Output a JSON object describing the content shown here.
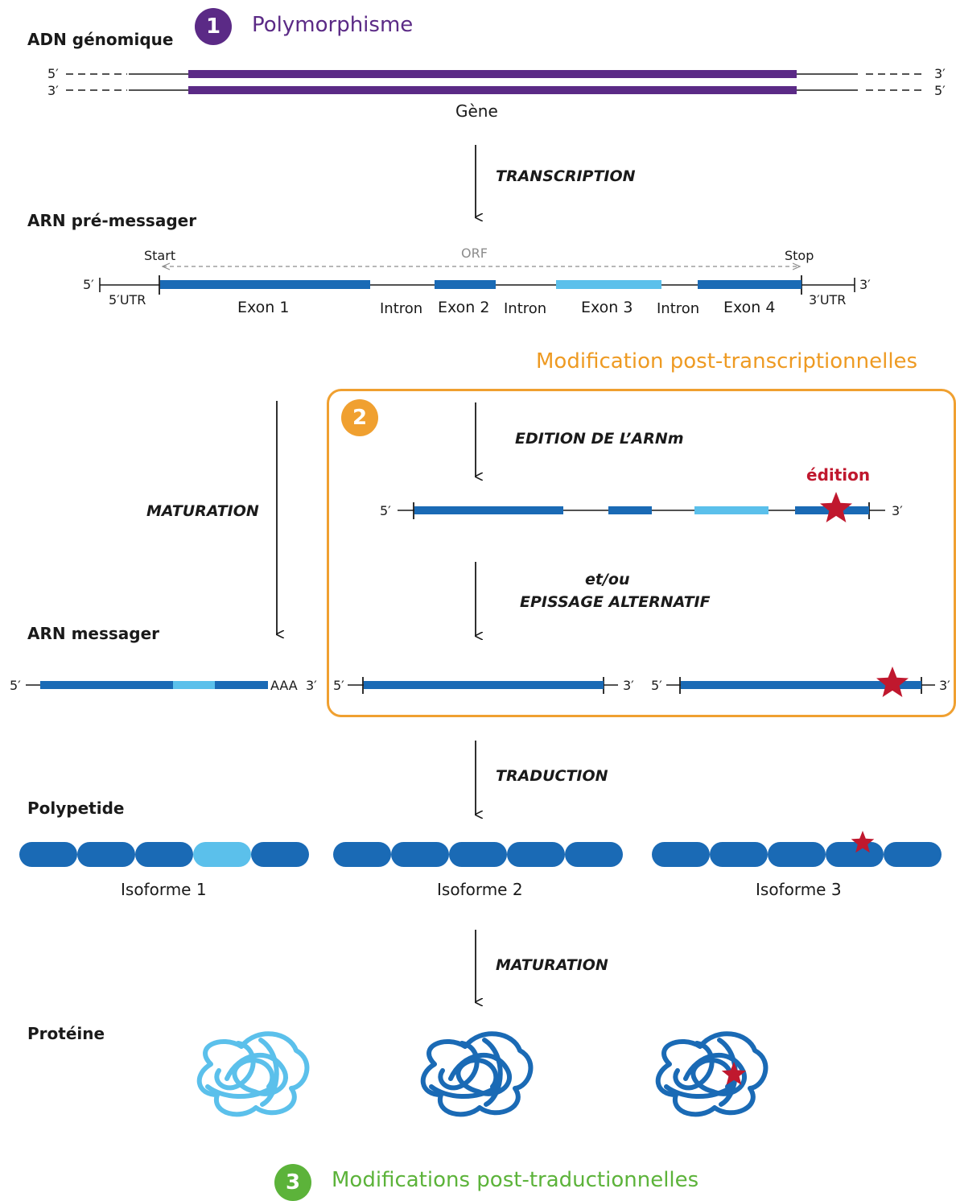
{
  "titles": {
    "polymorphism": "Polymorphisme",
    "post_transcriptional": "Modification post-transcriptionnelles",
    "post_translational": "Modifications post-traductionnelles"
  },
  "badges": {
    "one": "1",
    "two": "2",
    "three": "3"
  },
  "sections": {
    "adn": "ADN génomique",
    "arn_pre": "ARN pré-messager",
    "arn_messager": "ARN messager",
    "polypeptide": "Polypetide",
    "proteine": "Protéine"
  },
  "steps": {
    "transcription": "TRANSCRIPTION",
    "maturation_1": "MATURATION",
    "edition": "EDITION DE L’ARNm",
    "et_ou": "et/ou",
    "epissage": "EPISSAGE ALTERNATIF",
    "traduction": "TRADUCTION",
    "maturation_2": "MATURATION"
  },
  "dna": {
    "gene": "Gène",
    "five": "5′",
    "three": "3′"
  },
  "pre_mrna": {
    "start": "Start",
    "orf": "ORF",
    "stop": "Stop",
    "utr5": "5′UTR",
    "utr3": "3′UTR",
    "exons": [
      "Exon 1",
      "Exon 2",
      "Exon 3",
      "Exon 4"
    ],
    "intron": "Intron"
  },
  "edition_label": "édition",
  "mrna_tail": "AAA",
  "isoforms": [
    "Isoforme 1",
    "Isoforme 2",
    "Isoforme 3"
  ],
  "colors": {
    "purple": "#5b2a86",
    "orange": "#f0a030",
    "orange_text": "#ee9a22",
    "green": "#5cb33a",
    "dark_blue": "#1a6ab5",
    "light_blue": "#5bc0eb",
    "red": "#c0182e",
    "grey": "#8c8c8c"
  }
}
